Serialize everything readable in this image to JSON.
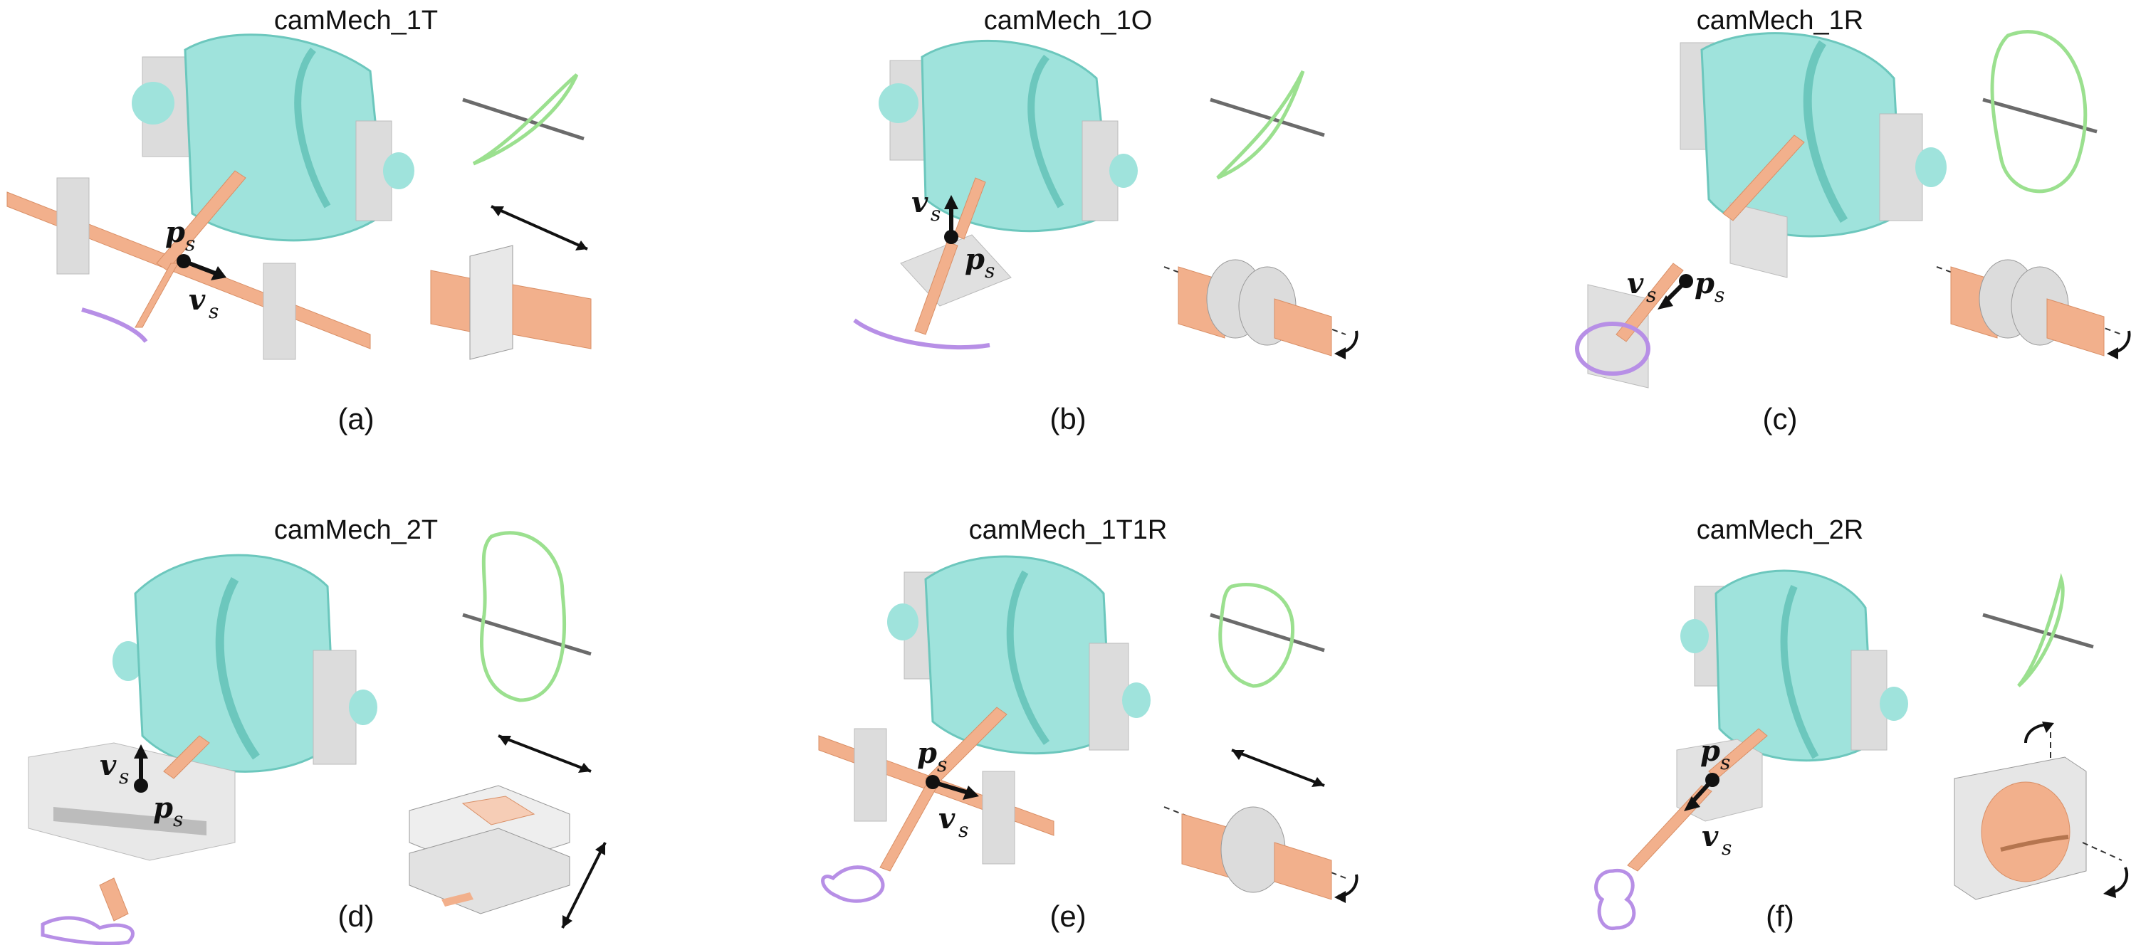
{
  "panels": [
    {
      "title": "camMech_1T",
      "label": "(a)",
      "vector_p": "p",
      "vector_v": "v",
      "subscript": "s"
    },
    {
      "title": "camMech_1O",
      "label": "(b)",
      "vector_p": "p",
      "vector_v": "v",
      "subscript": "s"
    },
    {
      "title": "camMech_1R",
      "label": "(c)",
      "vector_p": "p",
      "vector_v": "v",
      "subscript": "s"
    },
    {
      "title": "camMech_2T",
      "label": "(d)",
      "vector_p": "p",
      "vector_v": "v",
      "subscript": "s"
    },
    {
      "title": "camMech_1T1R",
      "label": "(e)",
      "vector_p": "p",
      "vector_v": "v",
      "subscript": "s"
    },
    {
      "title": "camMech_2R",
      "label": "(f)",
      "vector_p": "p",
      "vector_v": "v",
      "subscript": "s"
    }
  ],
  "colors": {
    "cam": "#9fe3dc",
    "cam_shadow": "#6cc7bd",
    "frame": "#dcdcdc",
    "rod": "#f2b08c",
    "trace_green": "#9be08f",
    "trace_purple": "#b78fe6",
    "axis_gray": "#6b6b6b",
    "ink": "#111111"
  }
}
